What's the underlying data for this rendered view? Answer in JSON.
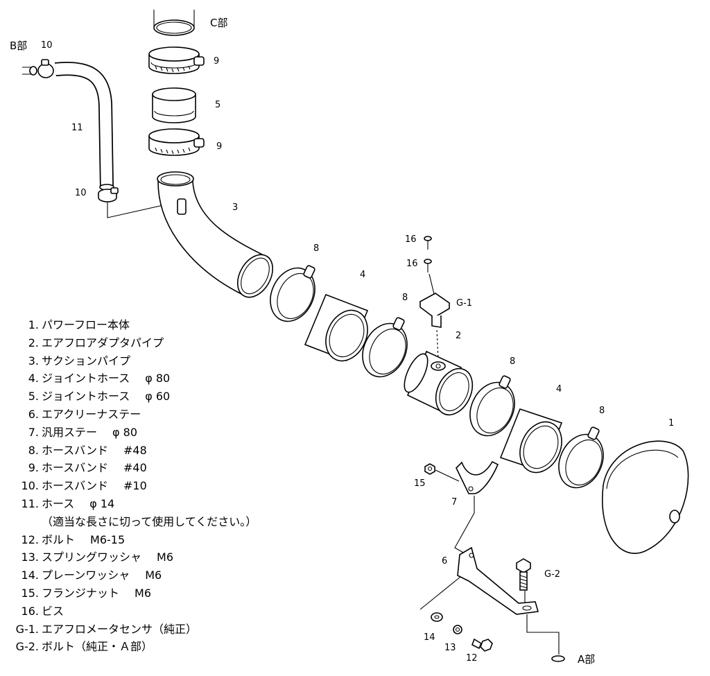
{
  "section_labels": {
    "b": "B部",
    "c": "C部",
    "a": "A部"
  },
  "callouts": {
    "n1": "1",
    "n2": "2",
    "n3": "3",
    "n4a": "4",
    "n4b": "4",
    "n5": "5",
    "n6": "6",
    "n7": "7",
    "n8a": "8",
    "n8b": "8",
    "n8c": "8",
    "n8d": "8",
    "n9a": "9",
    "n9b": "9",
    "n10a": "10",
    "n10b": "10",
    "n11": "11",
    "n12": "12",
    "n13": "13",
    "n14": "14",
    "n15": "15",
    "n16a": "16",
    "n16b": "16",
    "g1": "G-1",
    "g2": "G-2"
  },
  "legend": [
    {
      "num": "1.",
      "name": "パワーフロー本体",
      "spec": ""
    },
    {
      "num": "2.",
      "name": "エアフロアダプタパイプ",
      "spec": ""
    },
    {
      "num": "3.",
      "name": "サクションパイプ",
      "spec": ""
    },
    {
      "num": "4.",
      "name": "ジョイントホース",
      "spec": "φ 80"
    },
    {
      "num": "5.",
      "name": "ジョイントホース",
      "spec": "φ 60"
    },
    {
      "num": "6.",
      "name": "エアクリーナステー",
      "spec": ""
    },
    {
      "num": "7.",
      "name": "汎用ステー",
      "spec": "φ 80"
    },
    {
      "num": "8.",
      "name": "ホースバンド",
      "spec": "#48"
    },
    {
      "num": "9.",
      "name": "ホースバンド",
      "spec": "#40"
    },
    {
      "num": "10.",
      "name": "ホースバンド",
      "spec": "#10"
    },
    {
      "num": "11.",
      "name": "ホース",
      "spec": "φ 14"
    }
  ],
  "legend_note": "（適当な長さに切って使用してください。）",
  "legend2": [
    {
      "num": "12.",
      "name": "ボルト",
      "spec": "M6-15"
    },
    {
      "num": "13.",
      "name": "スプリングワッシャ",
      "spec": "M6"
    },
    {
      "num": "14.",
      "name": "プレーンワッシャ",
      "spec": "M6"
    },
    {
      "num": "15.",
      "name": "フランジナット",
      "spec": "M6"
    },
    {
      "num": "16.",
      "name": "ビス",
      "spec": ""
    },
    {
      "num": "G-1.",
      "name": "エアフロメータセンサ（純正）",
      "spec": ""
    },
    {
      "num": "G-2.",
      "name": "ボルト（純正・Ａ部）",
      "spec": ""
    }
  ]
}
